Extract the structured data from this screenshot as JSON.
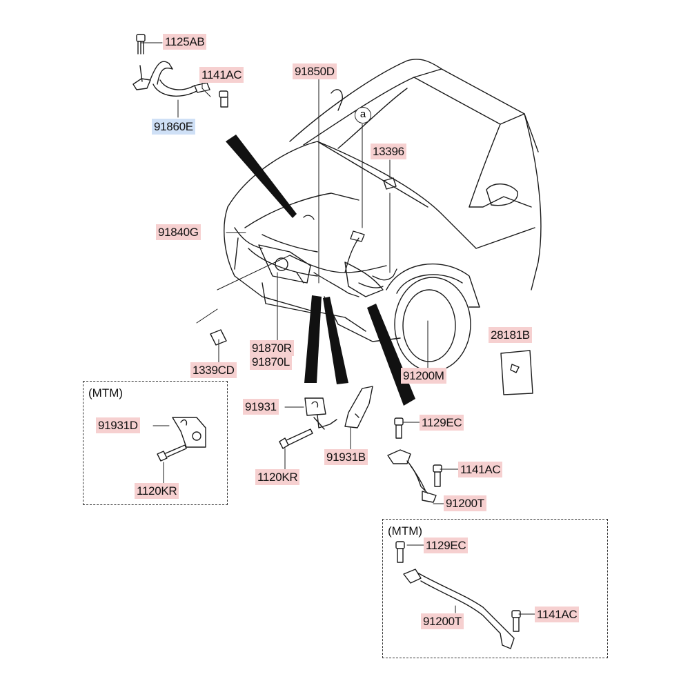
{
  "parts": {
    "p1125AB": "1125AB",
    "p1141AC_top": "1141AC",
    "p91860E": "91860E",
    "p91850D": "91850D",
    "p13396": "13396",
    "p91840G": "91840G",
    "p28181B": "28181B",
    "p91870R": "91870R",
    "p91870L": "91870L",
    "p1339CD": "1339CD",
    "p91200M": "91200M",
    "p91931D": "91931D",
    "p1120KR_box": "1120KR",
    "p91931": "91931",
    "p1120KR": "1120KR",
    "p91931B": "91931B",
    "p1129EC": "1129EC",
    "p1141AC_mid": "1141AC",
    "p91200T": "91200T",
    "p1129EC_box": "1129EC",
    "p91200T_box": "91200T",
    "p1141AC_box": "1141AC"
  },
  "boxes": {
    "mtm_left": "(MTM)",
    "mtm_right": "(MTM)"
  },
  "callout": "a",
  "highlight_color": "#cfe0f6",
  "label_color": "#f6d0d0"
}
